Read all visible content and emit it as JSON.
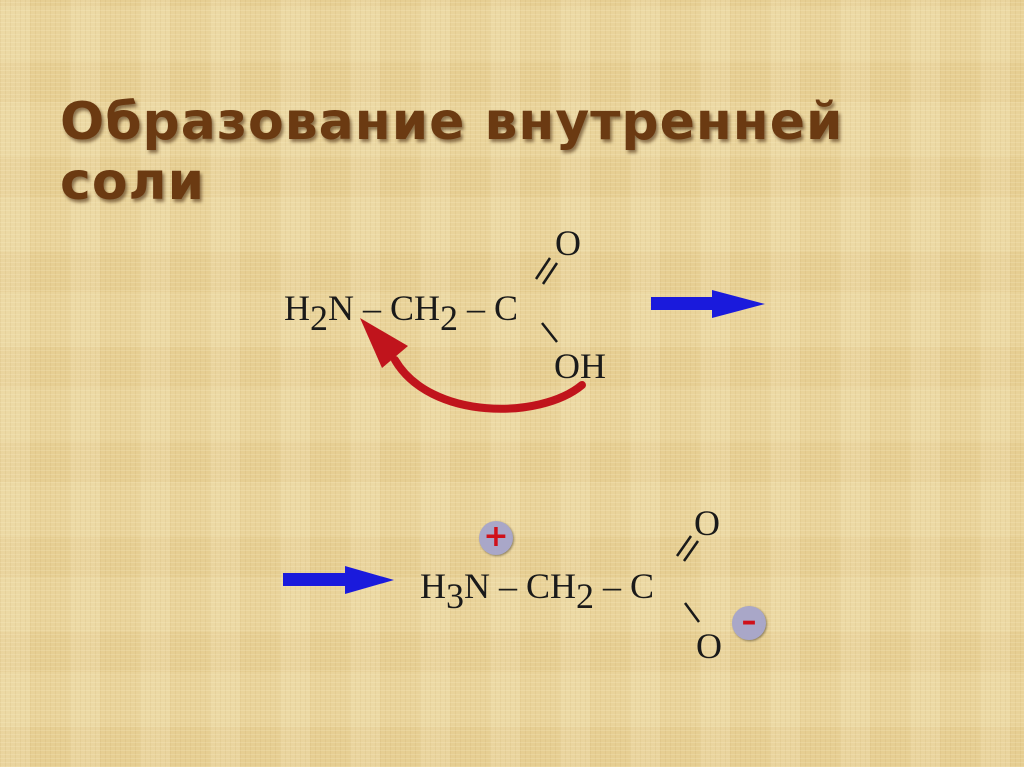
{
  "slide": {
    "title": "Образование внутренней соли"
  },
  "reactant": {
    "amine_group": "H",
    "amine_sub": "2",
    "amine_n": "N",
    "bond1": " – ",
    "ch": "CH",
    "ch_sub": "2",
    "bond2": " – ",
    "carbon": "C",
    "carbonyl_o": "O",
    "hydroxyl": "OH"
  },
  "product": {
    "amine_group": "H",
    "amine_sub": "3",
    "amine_n": "N",
    "bond1": " – ",
    "ch": "CH",
    "ch_sub": "2",
    "bond2": " – ",
    "carbon": "C",
    "carbonyl_o": "O",
    "carboxylate_o": "O",
    "positive_charge": "+",
    "negative_charge": "–"
  },
  "colors": {
    "title": "#6b3a12",
    "reaction_arrow": "#1a1adc",
    "proton_transfer_arrow": "#c0141c",
    "charge_badge": "#a9a7c8",
    "charge_sign": "#d0101a"
  }
}
